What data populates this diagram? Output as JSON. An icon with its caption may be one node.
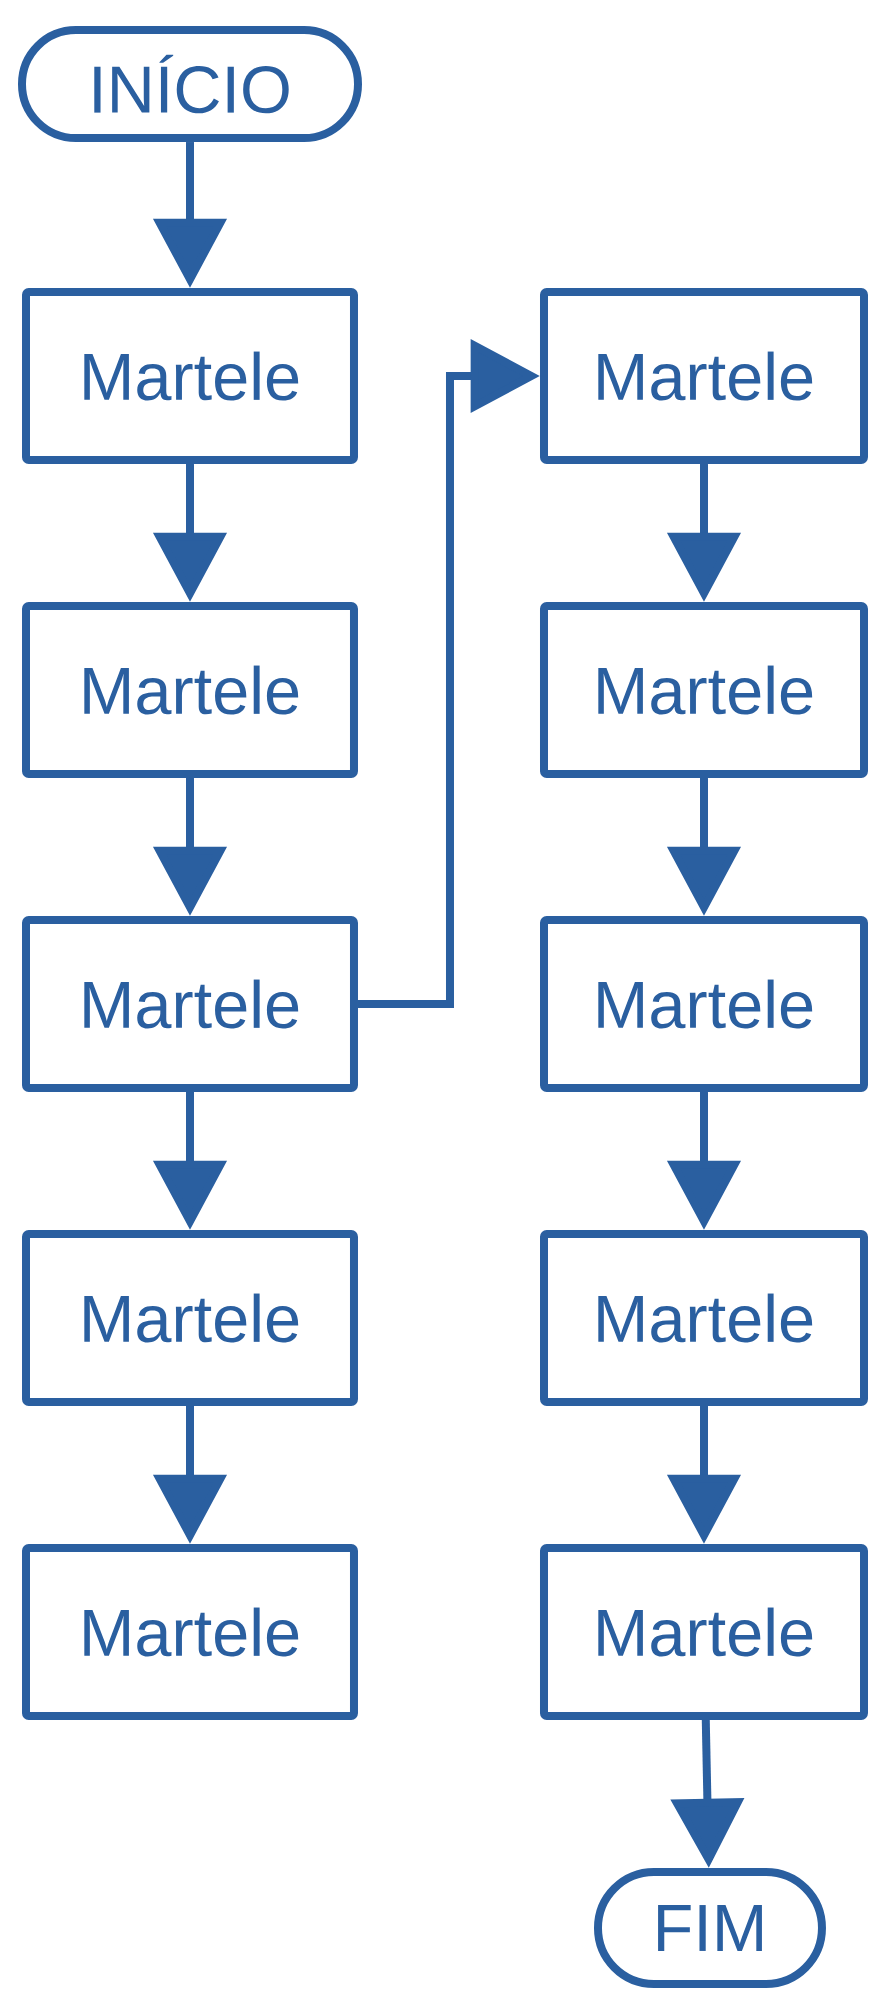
{
  "diagram": {
    "nodes": [
      {
        "text": [
          "INÍCIO"
        ]
      },
      {
        "text": [
          "Martele"
        ]
      },
      {
        "text": [
          "Martele"
        ]
      },
      {
        "text": [
          "Martele"
        ]
      },
      {
        "text": [
          "Martele"
        ]
      },
      {
        "text": [
          "Martele"
        ]
      },
      {
        "text": [
          "Martele"
        ]
      },
      {
        "text": [
          "Martele"
        ]
      },
      {
        "text": [
          "Martele"
        ]
      },
      {
        "text": [
          "Martele"
        ]
      },
      {
        "text": [
          "Martele"
        ]
      },
      {
        "text": [
          "FIM"
        ]
      }
    ],
    "edges": [
      {
        "from": 0,
        "to": 1,
        "arrow": "to"
      },
      {
        "from": 1,
        "to": 3,
        "arrow": "to"
      },
      {
        "from": 3,
        "to": 5,
        "arrow": "to"
      },
      {
        "from": 5,
        "to": 7,
        "arrow": "to"
      },
      {
        "from": 7,
        "to": 9,
        "arrow": "to"
      },
      {
        "from": 5,
        "to": 2,
        "arrow": "to"
      },
      {
        "from": 2,
        "to": 4,
        "arrow": "to"
      },
      {
        "from": 4,
        "to": 6,
        "arrow": "to"
      },
      {
        "from": 6,
        "to": 8,
        "arrow": "to"
      },
      {
        "from": 8,
        "to": 10,
        "arrow": "to"
      },
      {
        "from": 10,
        "to": 11,
        "arrow": "to"
      }
    ]
  }
}
